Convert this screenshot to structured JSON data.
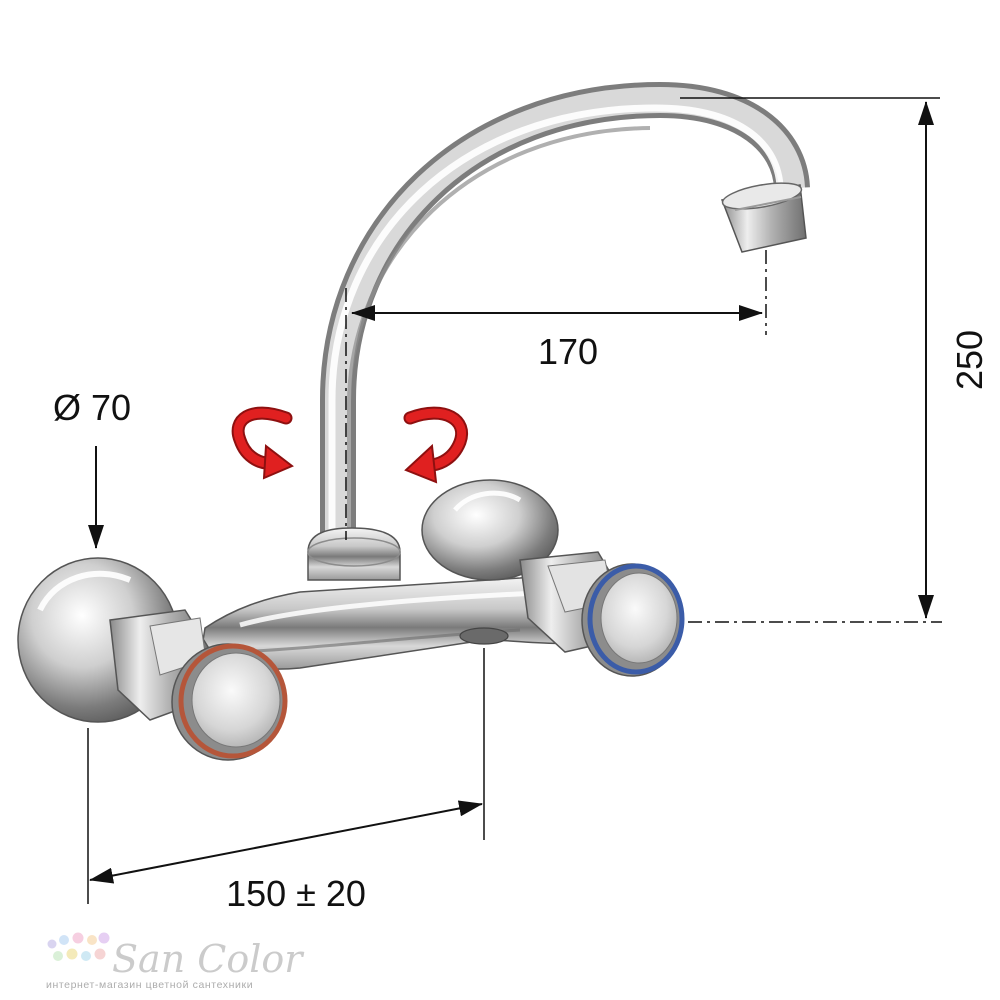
{
  "dimensions": {
    "diameter": "Ø 70",
    "spout_reach": "170",
    "height": "250",
    "center_distance": "150 ± 20"
  },
  "brand": {
    "name": "San Color",
    "tagline": "интернет-магазин цветной сантехники"
  },
  "colors": {
    "hot_ring": "#b5563a",
    "cold_ring": "#3b5ca8",
    "rotation_arrows": "#e02020",
    "dimension_lines": "#111111"
  },
  "icons": [
    "rotate-arrow-icon",
    "rotate-arrow-icon",
    "dimension-arrow-icon"
  ]
}
